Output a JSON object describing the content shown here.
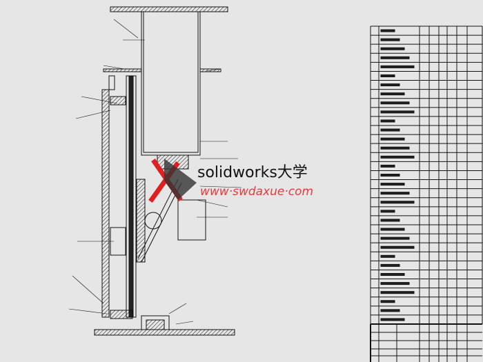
{
  "watermark": {
    "brand": "solidworks大学",
    "url": "www·swdaxue·com",
    "logo_color": "#e02020"
  },
  "drawing": {
    "line_color": "#111111",
    "background": "#e6e6e6",
    "parts_table_rows": 33
  }
}
